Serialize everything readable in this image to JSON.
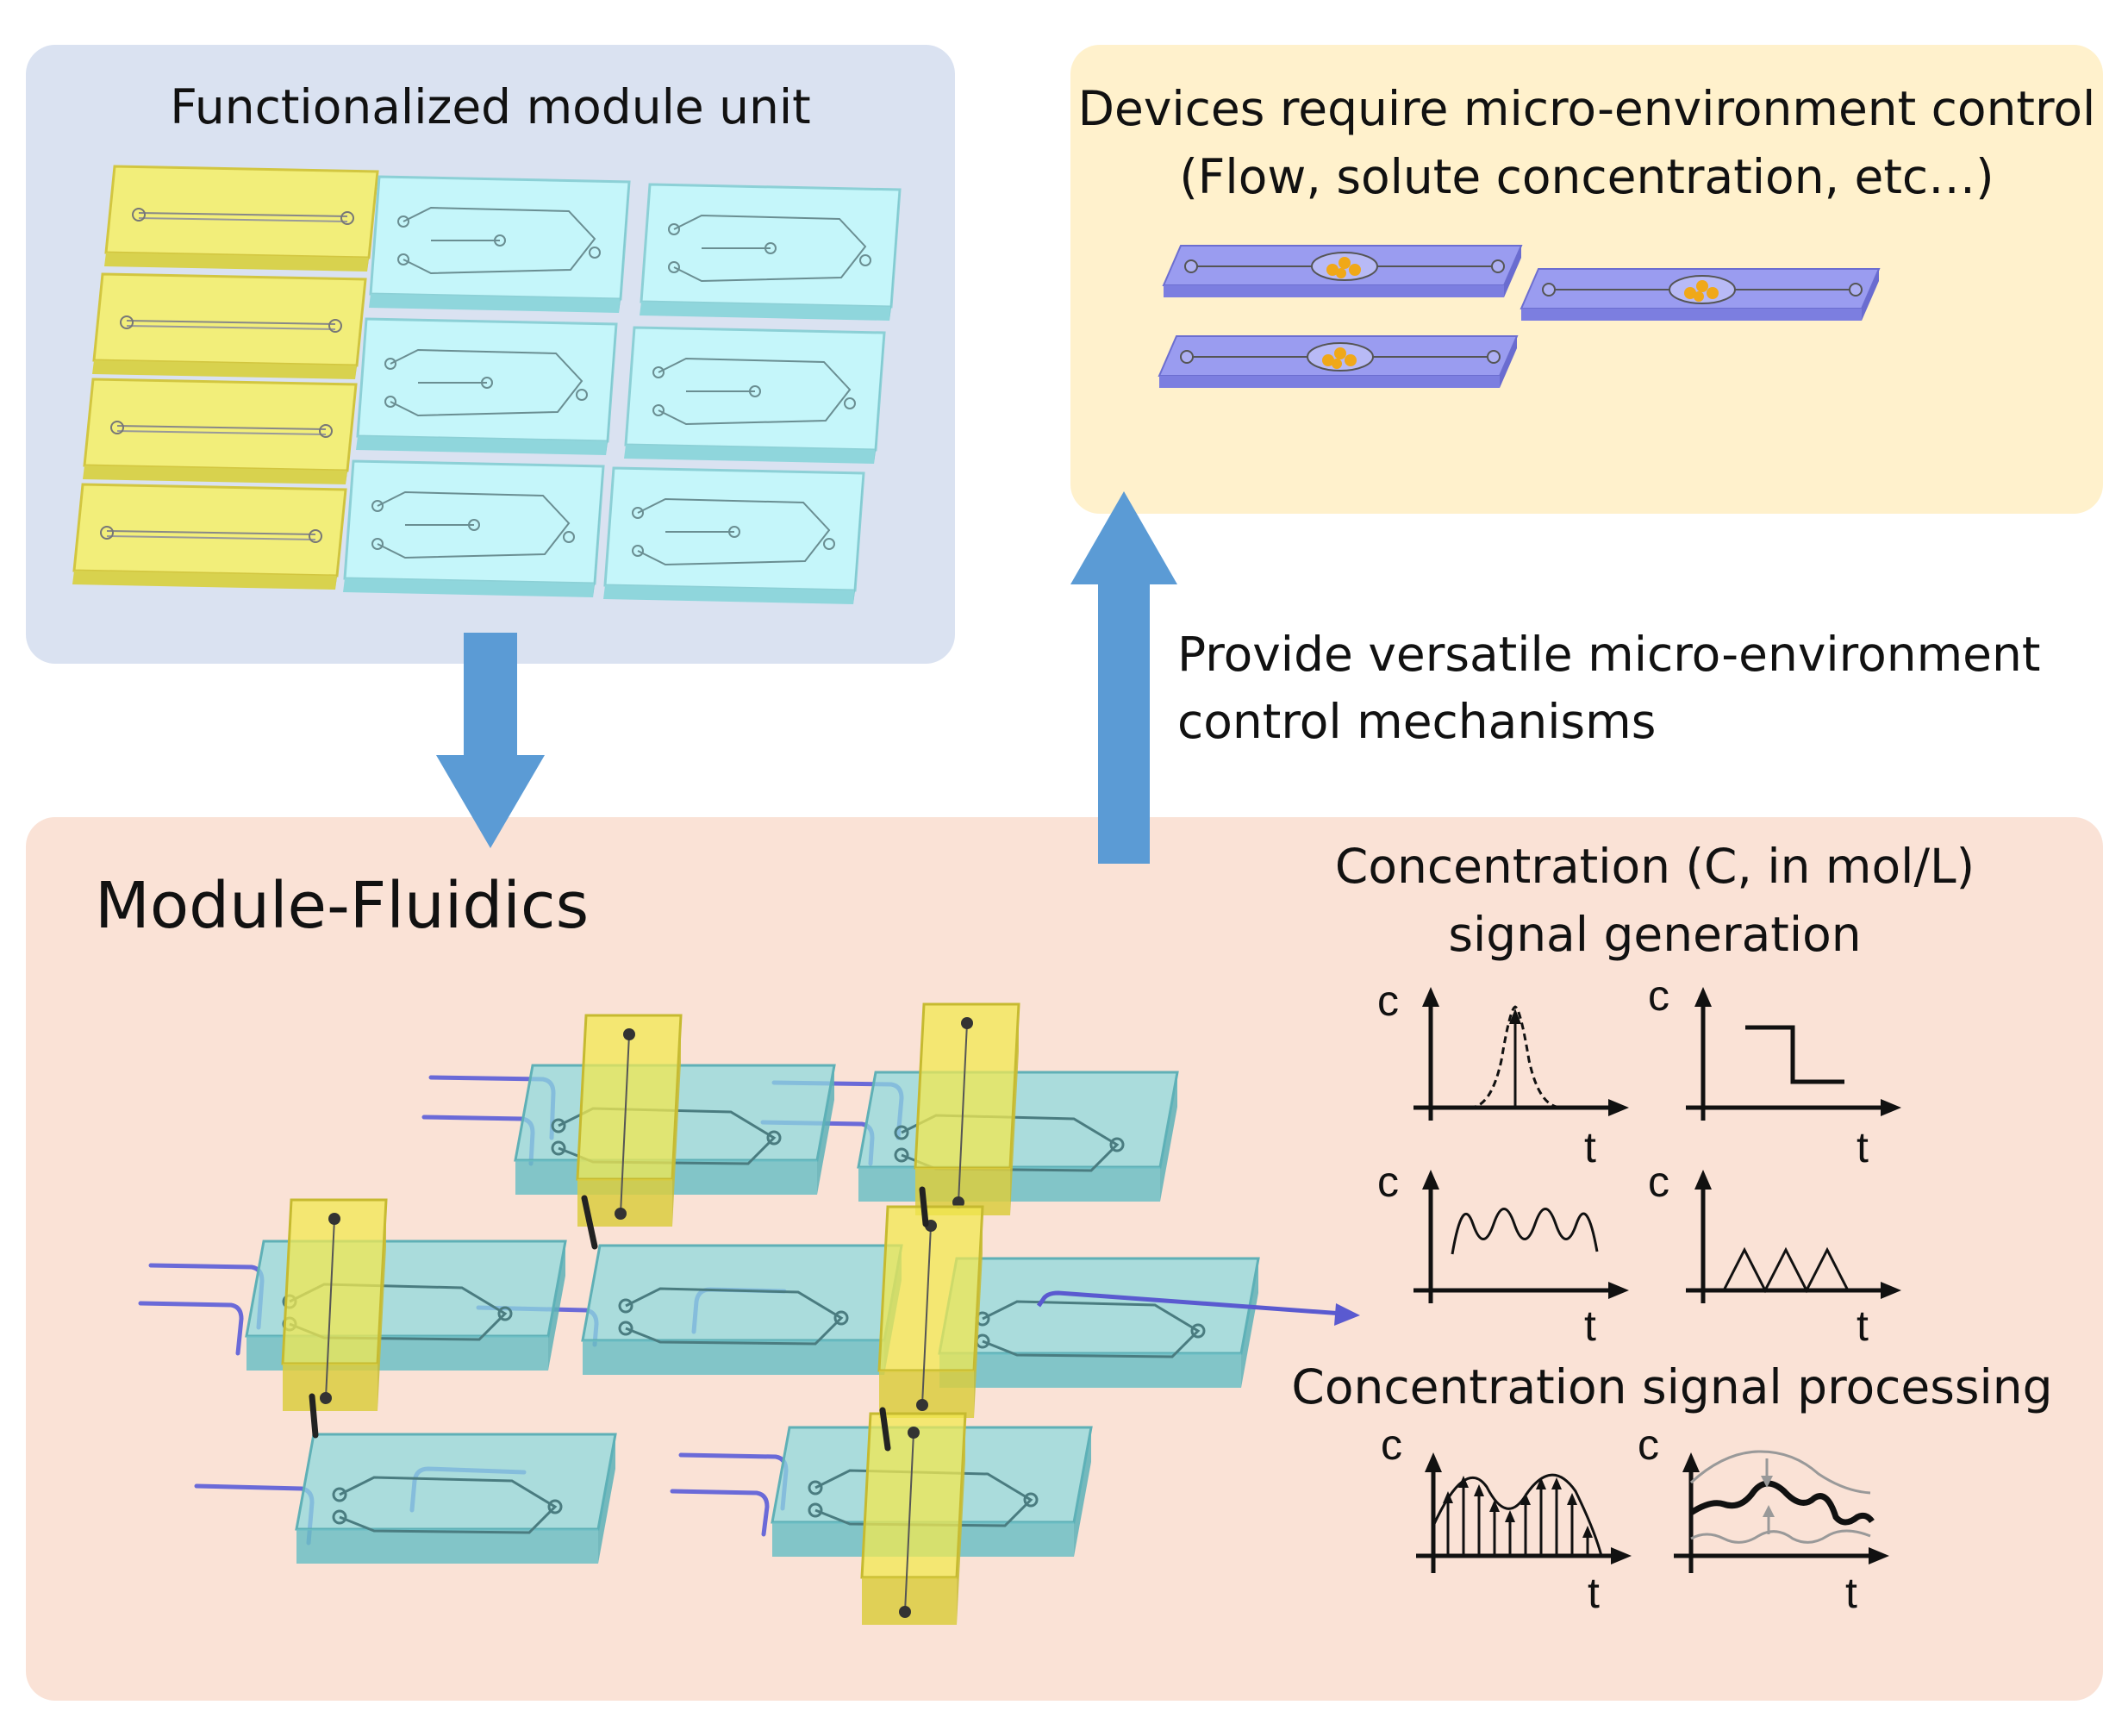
{
  "modules_panel": {
    "title": "Functionalized module unit"
  },
  "devices_panel": {
    "title_line1": "Devices require micro-environment control",
    "title_line2": "(Flow, solute concentration, etc…)"
  },
  "provide_text": {
    "line1": "Provide versatile micro-environment",
    "line2": "control mechanisms"
  },
  "fluidics_panel": {
    "title": "Module-Fluidics",
    "generation_title_line1": "Concentration (C, in mol/L)",
    "generation_title_line2": "signal generation",
    "processing_title": "Concentration signal processing",
    "axis_y_label": "c",
    "axis_x_label": "t"
  },
  "colors": {
    "modules_bg": "#dae2f1",
    "devices_bg": "#fff1cc",
    "fluidics_bg": "#fae2d6",
    "arrow": "#5b9bd5",
    "module_yellow": "#f2ee7a",
    "module_cyan": "#c5f6fa",
    "device_purple": "#9a9cf0",
    "tube": "#6a6ad8"
  }
}
